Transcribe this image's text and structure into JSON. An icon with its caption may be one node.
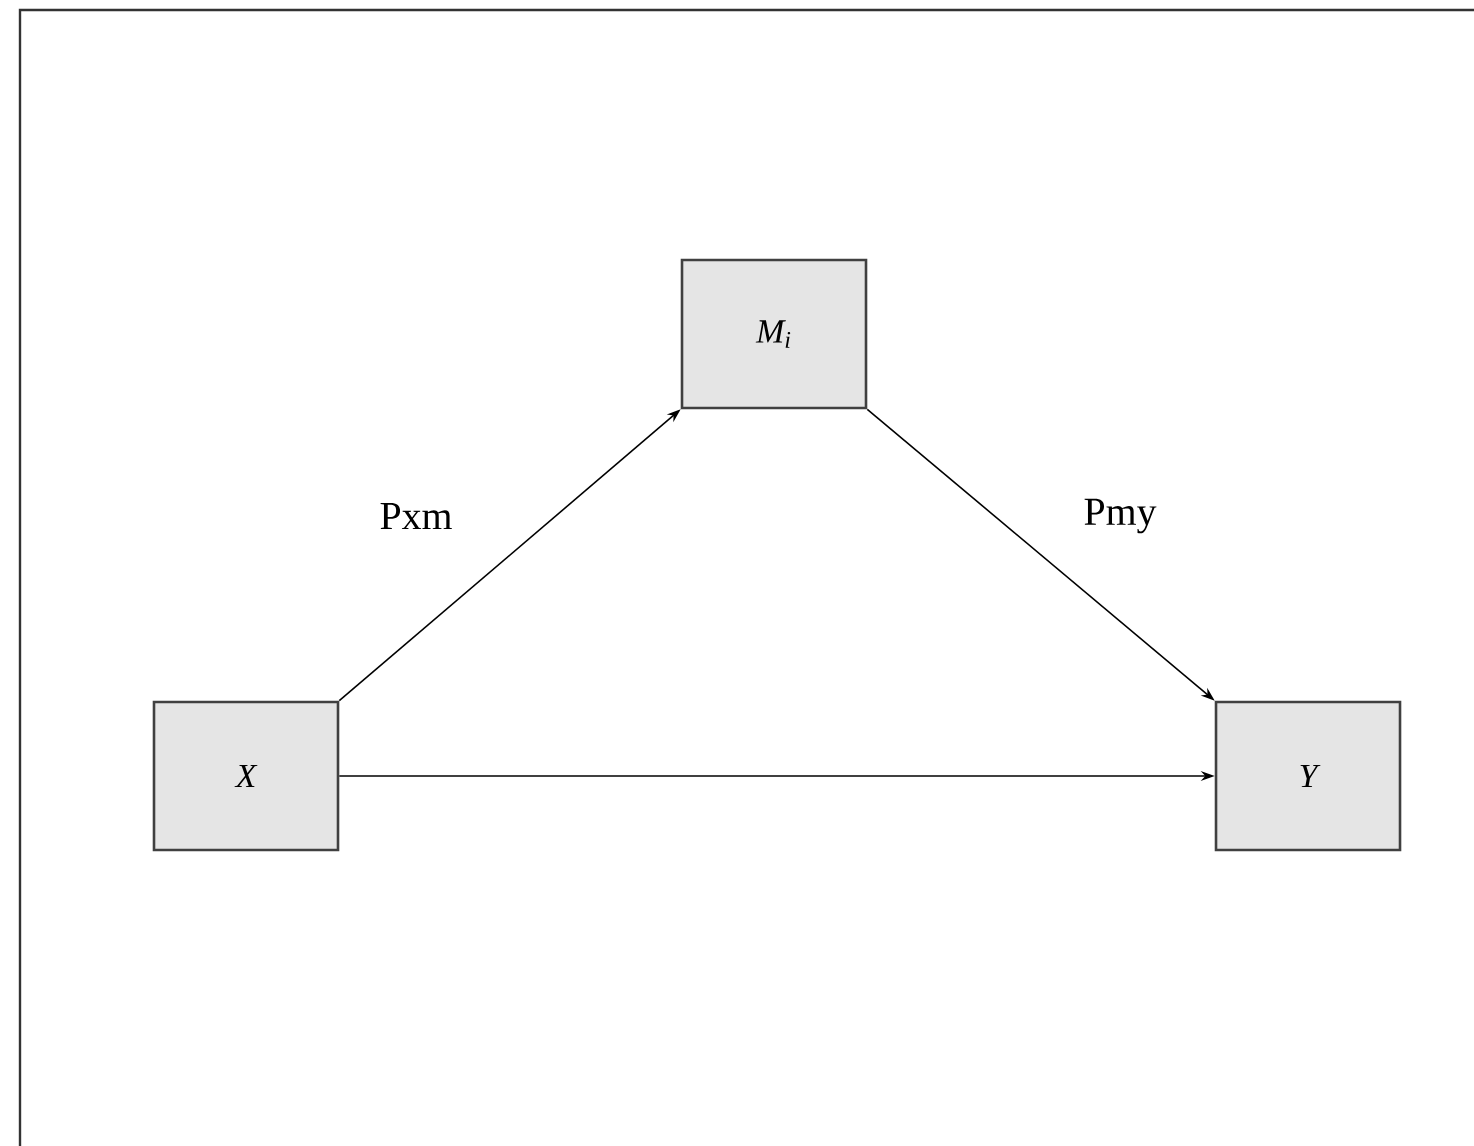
{
  "diagram": {
    "nodes": [
      {
        "text": [
          "X"
        ]
      },
      {
        "text": [
          "M$_{i}$"
        ]
      },
      {
        "text": [
          "Y"
        ]
      }
    ],
    "edges": [
      {
        "from": 0,
        "to": 1,
        "arrow": "to",
        "label": "Pxm"
      },
      {
        "from": 1,
        "to": 2,
        "arrow": "to",
        "label": "Pmy"
      },
      {
        "from": 0,
        "to": 2,
        "arrow": "to"
      }
    ]
  }
}
